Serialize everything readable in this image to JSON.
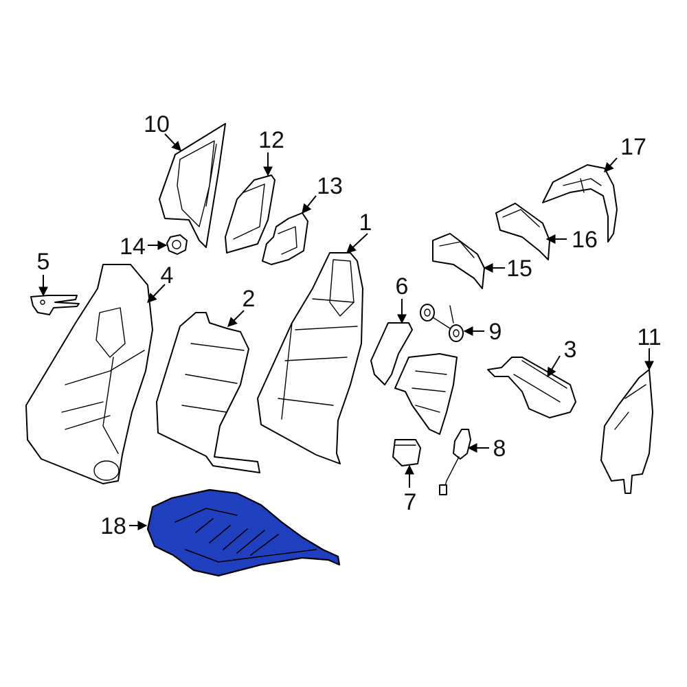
{
  "diagram": {
    "highlight_color": "#1f3fbf",
    "highlighted_part": "18",
    "callouts": [
      {
        "id": "c1",
        "label": "1"
      },
      {
        "id": "c2",
        "label": "2"
      },
      {
        "id": "c3",
        "label": "3"
      },
      {
        "id": "c4",
        "label": "4"
      },
      {
        "id": "c5",
        "label": "5"
      },
      {
        "id": "c6",
        "label": "6"
      },
      {
        "id": "c7",
        "label": "7"
      },
      {
        "id": "c8",
        "label": "8"
      },
      {
        "id": "c9",
        "label": "9"
      },
      {
        "id": "c10",
        "label": "10"
      },
      {
        "id": "c11",
        "label": "11"
      },
      {
        "id": "c12",
        "label": "12"
      },
      {
        "id": "c13",
        "label": "13"
      },
      {
        "id": "c14",
        "label": "14"
      },
      {
        "id": "c15",
        "label": "15"
      },
      {
        "id": "c16",
        "label": "16"
      },
      {
        "id": "c17",
        "label": "17"
      },
      {
        "id": "c18",
        "label": "18"
      }
    ]
  }
}
